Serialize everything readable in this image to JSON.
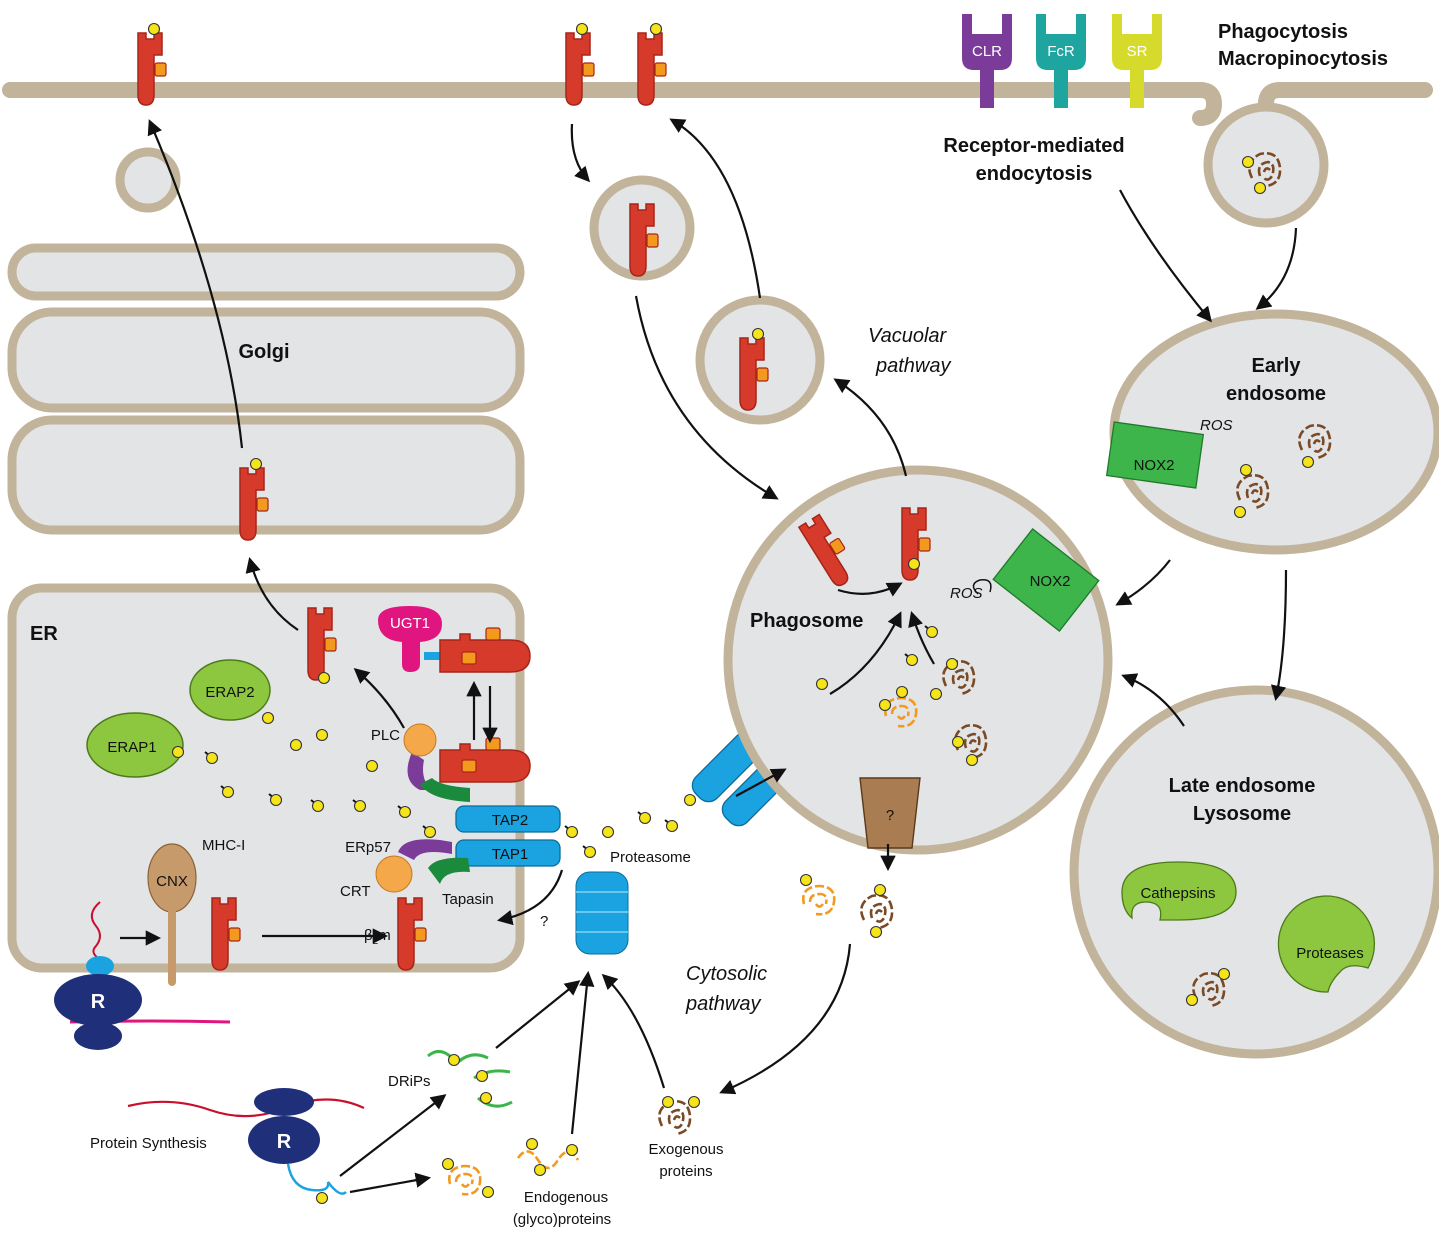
{
  "colors": {
    "membrane": "#c2b39b",
    "compartment_fill": "#e3e4e6",
    "mhc_red": "#d63a2a",
    "mhc_orange": "#f39a1e",
    "tap_blue": "#1aa3e0",
    "green_enzyme": "#8dc63f",
    "nox_green": "#3db54a",
    "ribosome_navy": "#1f2f7a",
    "peptide_yellow": "#f5e41a",
    "clr_purple": "#7a3c98",
    "fcr_teal": "#1fa5a0",
    "sr_yellow": "#d6da2a",
    "ugt1_magenta": "#e0157f",
    "cnx_tan": "#c79a6b",
    "protein_brown": "#7a4a26",
    "protein_orange": "#f39a1e",
    "drip_green": "#3bb54a"
  },
  "labels": {
    "phagocytosis": "Phagocytosis",
    "macropinocytosis": "Macropinocytosis",
    "receptor_line1": "Receptor-mediated",
    "receptor_line2": "endocytosis",
    "golgi": "Golgi",
    "er": "ER",
    "vacuolar_line1": "Vacuolar",
    "vacuolar_line2": "pathway",
    "early_endo_line1": "Early",
    "early_endo_line2": "endosome",
    "late_endo_line1": "Late endosome",
    "late_endo_line2": "Lysosome",
    "phagosome": "Phagosome",
    "cytosolic_line1": "Cytosolic",
    "cytosolic_line2": "pathway",
    "proteasome": "Proteasome",
    "erap1": "ERAP1",
    "erap2": "ERAP2",
    "ugt1": "UGT1",
    "plc": "PLC",
    "tap1": "TAP1",
    "tap2": "TAP2",
    "erp57": "ERp57",
    "crt": "CRT",
    "tapasin": "Tapasin",
    "cnx": "CNX",
    "mhci": "MHC-I",
    "b2m": "β",
    "b2m_sub": "2",
    "b2m_tail": "m",
    "ribosome": "R",
    "question": "?",
    "nox2": "NOX2",
    "ros": "ROS",
    "clr": "CLR",
    "fcr": "FcR",
    "sr": "SR",
    "cathepsins": "Cathepsins",
    "proteases": "Proteases",
    "drips": "DRiPs",
    "protein_synthesis": "Protein Synthesis",
    "endo_line1": "Endogenous",
    "endo_line2": "(glyco)proteins",
    "exo_line1": "Exogenous",
    "exo_line2": "proteins"
  }
}
